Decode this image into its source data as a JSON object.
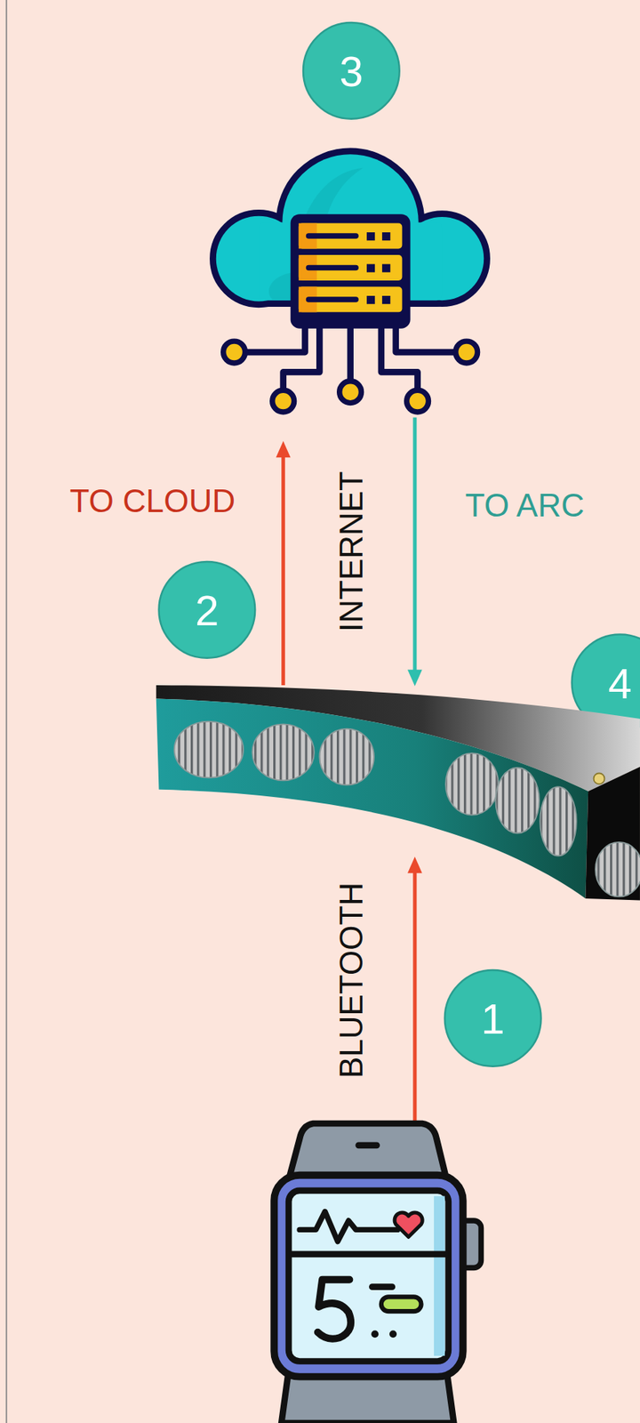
{
  "diagram": {
    "labels": [
      "3",
      "TO CLOUD",
      "INTERNET",
      "TO ARC",
      "2",
      "4",
      "BLUETOOTH",
      "1"
    ]
  }
}
